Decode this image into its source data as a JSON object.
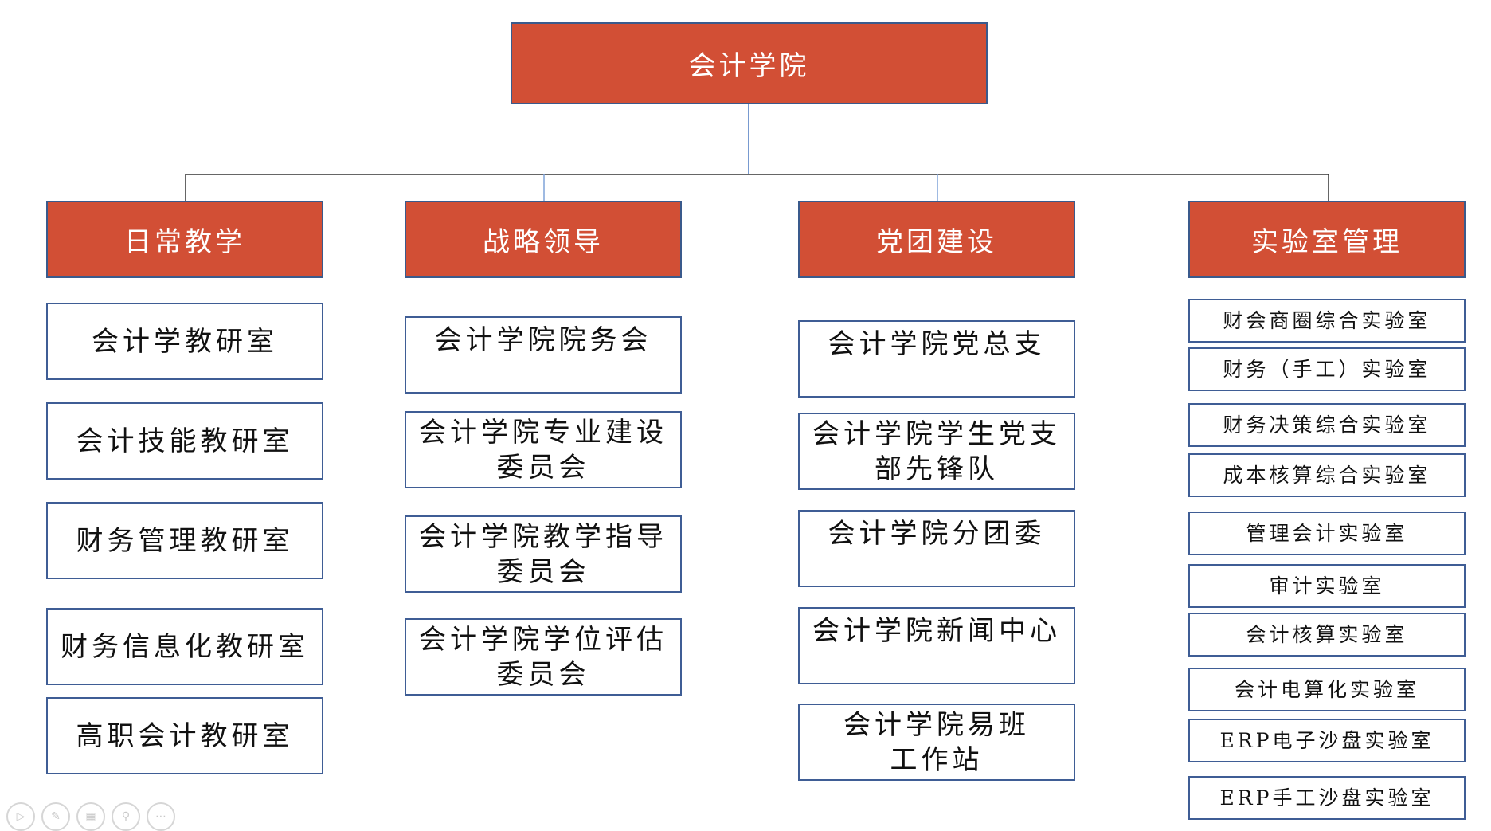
{
  "root": "会计学院",
  "categories": [
    {
      "title": "日常教学",
      "items": [
        "会计学教研室",
        "会计技能教研室",
        "财务管理教研室",
        "财务信息化教研室",
        "高职会计教研室"
      ]
    },
    {
      "title": "战略领导",
      "items": [
        "会计学院院务会",
        "会计学院专业建设\n委员会",
        "会计学院教学指导\n委员会",
        "会计学院学位评估\n委员会"
      ]
    },
    {
      "title": "党团建设",
      "items": [
        "会计学院党总支",
        "会计学院学生党支\n部先锋队",
        "会计学院分团委",
        "会计学院新闻中心",
        "会计学院易班\n工作站"
      ]
    },
    {
      "title": "实验室管理",
      "items": [
        "财会商圈综合实验室",
        "财务（手工）实验室",
        "财务决策综合实验室",
        "成本核算综合实验室",
        "管理会计实验室",
        "审计实验室",
        "会计核算实验室",
        "会计电算化实验室",
        "ERP电子沙盘实验室",
        "ERP手工沙盘实验室"
      ]
    }
  ],
  "colors": {
    "header_fill": "#d24f35",
    "border": "#3f5d95",
    "connector": "#333333"
  },
  "controls": [
    "play-icon",
    "pen-icon",
    "grid-icon",
    "zoom-icon",
    "more-icon"
  ]
}
